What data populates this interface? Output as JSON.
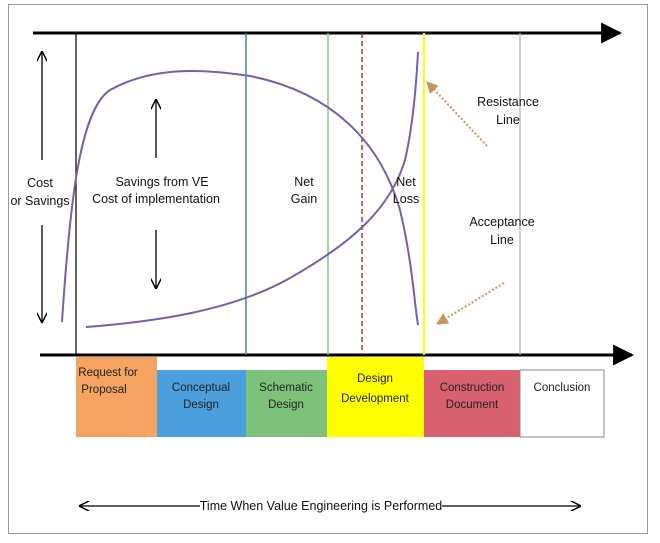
{
  "y_axis_label": [
    "Cost",
    "or Savings"
  ],
  "curve_labels": [
    "Savings from VE",
    "Cost of implementation"
  ],
  "net_gain": [
    "Net",
    "Gain"
  ],
  "net_loss": [
    "Net",
    "Loss"
  ],
  "resistance": [
    "Resistance",
    "Line"
  ],
  "acceptance": [
    "Acceptance",
    "Line"
  ],
  "phases": [
    {
      "lines": [
        "Request for",
        "Proposal"
      ],
      "color": "#f4a460"
    },
    {
      "lines": [
        "Conceptual",
        "Design"
      ],
      "color": "#4a9fdc"
    },
    {
      "lines": [
        "Schematic",
        "Design"
      ],
      "color": "#7dc27a"
    },
    {
      "lines": [
        "Design",
        "Development"
      ],
      "color": "#ffff00"
    },
    {
      "lines": [
        "Construction",
        "Document"
      ],
      "color": "#d9606e"
    },
    {
      "lines": [
        "Conclusion"
      ],
      "color": "#ffffff"
    }
  ],
  "timeline_label": "Time When Value Engineering is Performed",
  "colors": {
    "curve": "#7b5ea7",
    "arrow_dotted": "#c8945a",
    "phase_line_blue": "#3a78c0",
    "phase_line_green": "#7dc27a",
    "phase_line_red": "#b22222",
    "phase_line_yellow": "#ffff00",
    "phase_line_gray": "#b0b0b0"
  }
}
